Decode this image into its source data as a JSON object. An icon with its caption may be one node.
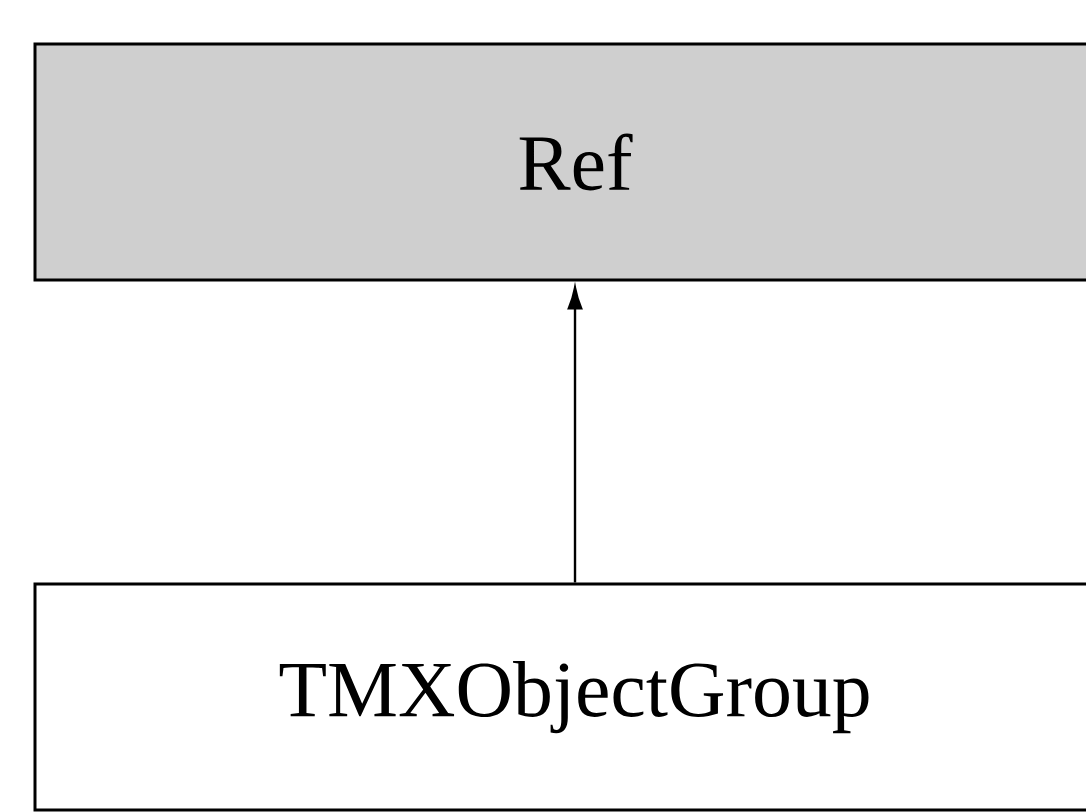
{
  "diagram": {
    "nodes": [
      {
        "text": [
          "Ref"
        ]
      },
      {
        "text": [
          "TMXObjectGroup"
        ]
      }
    ],
    "edges": [
      {
        "from": 1,
        "to": 0,
        "arrow": "to"
      }
    ]
  }
}
